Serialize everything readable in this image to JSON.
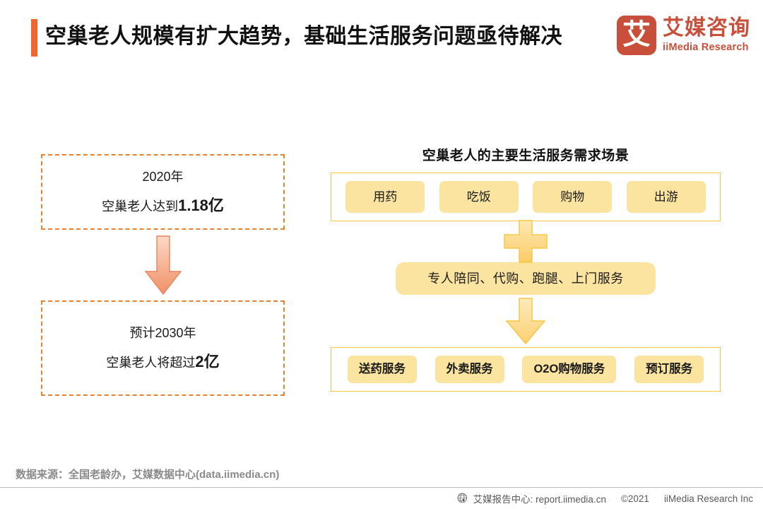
{
  "header": {
    "title": "空巢老人规模有扩大趋势，基础生活服务问题亟待解决",
    "accent_color": "#F2672F",
    "brand": {
      "mark_glyph": "艾",
      "name_cn": "艾媒咨询",
      "name_en": "iiMedia Research",
      "color": "#C8503A"
    }
  },
  "left_panel": {
    "boxes": [
      {
        "line1": "2020年",
        "line2_prefix": "空巢老人达到",
        "line2_emph": "1.18亿"
      },
      {
        "line1": "预计2030年",
        "line2_prefix": "空巢老人将超过",
        "line2_emph": "2亿"
      }
    ],
    "arrow": {
      "name": "down-arrow",
      "color": "#F0A380"
    },
    "border_color": "#E8822E"
  },
  "right_panel": {
    "heading": "空巢老人的主要生活服务需求场景",
    "scenes": [
      "用药",
      "吃饭",
      "购物",
      "出游"
    ],
    "plus_symbol": "+",
    "middle_bar": "专人陪同、代购、跑腿、上门服务",
    "arrow": {
      "name": "down-arrow",
      "color": "#FBD46A"
    },
    "services": [
      "送药服务",
      "外卖服务",
      "O2O购物服务",
      "预订服务"
    ],
    "chip_color": "#FBE3A0",
    "border_color": "#F4C542"
  },
  "footer": {
    "source": "数据来源：全国老龄办，艾媒数据中心(data.iimedia.cn)",
    "report_center": "艾媒报告中心: report.iimedia.cn",
    "copyright": "©2021",
    "company": "iiMedia Research Inc"
  }
}
